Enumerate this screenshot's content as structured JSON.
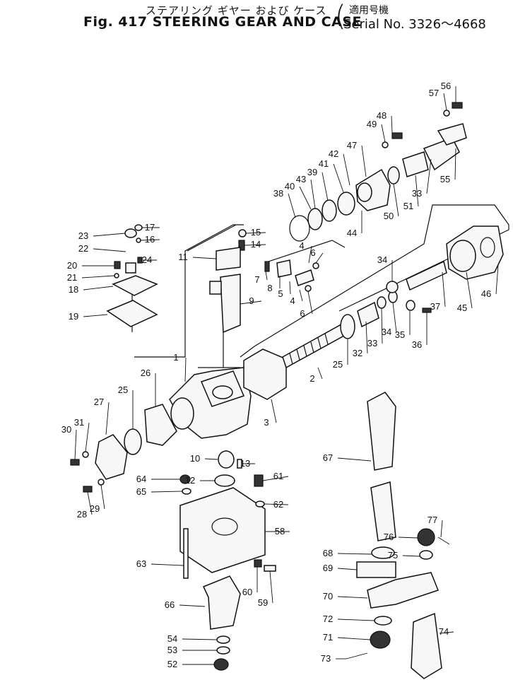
{
  "header": {
    "title_jp": "ステアリング ギヤー および ケース",
    "title_en": "Fig. 417 STEERING GEAR AND CASE",
    "serial_jp": "適用号機",
    "serial_en": "Serial No. 3326～4668"
  },
  "parts": [
    {
      "id": "1",
      "label": "1"
    },
    {
      "id": "2",
      "label": "2"
    },
    {
      "id": "3",
      "label": "3"
    },
    {
      "id": "4a",
      "label": "4"
    },
    {
      "id": "4b",
      "label": "4"
    },
    {
      "id": "5",
      "label": "5"
    },
    {
      "id": "6a",
      "label": "6"
    },
    {
      "id": "6b",
      "label": "6"
    },
    {
      "id": "7",
      "label": "7"
    },
    {
      "id": "8",
      "label": "8"
    },
    {
      "id": "9",
      "label": "9"
    },
    {
      "id": "10",
      "label": "10"
    },
    {
      "id": "11",
      "label": "11"
    },
    {
      "id": "12",
      "label": "12"
    },
    {
      "id": "13",
      "label": "13"
    },
    {
      "id": "14",
      "label": "14"
    },
    {
      "id": "15",
      "label": "15"
    },
    {
      "id": "16",
      "label": "16"
    },
    {
      "id": "17",
      "label": "17"
    },
    {
      "id": "18",
      "label": "18"
    },
    {
      "id": "19",
      "label": "19"
    },
    {
      "id": "20",
      "label": "20"
    },
    {
      "id": "21",
      "label": "21"
    },
    {
      "id": "22",
      "label": "22"
    },
    {
      "id": "23",
      "label": "23"
    },
    {
      "id": "24",
      "label": "24"
    },
    {
      "id": "25a",
      "label": "25"
    },
    {
      "id": "25b",
      "label": "25"
    },
    {
      "id": "26",
      "label": "26"
    },
    {
      "id": "27",
      "label": "27"
    },
    {
      "id": "28",
      "label": "28"
    },
    {
      "id": "29",
      "label": "29"
    },
    {
      "id": "30",
      "label": "30"
    },
    {
      "id": "31",
      "label": "31"
    },
    {
      "id": "32",
      "label": "32"
    },
    {
      "id": "33a",
      "label": "33"
    },
    {
      "id": "33b",
      "label": "33"
    },
    {
      "id": "34a",
      "label": "34"
    },
    {
      "id": "34b",
      "label": "34"
    },
    {
      "id": "35",
      "label": "35"
    },
    {
      "id": "36",
      "label": "36"
    },
    {
      "id": "37",
      "label": "37"
    },
    {
      "id": "38",
      "label": "38"
    },
    {
      "id": "39",
      "label": "39"
    },
    {
      "id": "40",
      "label": "40"
    },
    {
      "id": "41",
      "label": "41"
    },
    {
      "id": "42",
      "label": "42"
    },
    {
      "id": "43",
      "label": "43"
    },
    {
      "id": "44",
      "label": "44"
    },
    {
      "id": "45",
      "label": "45"
    },
    {
      "id": "46",
      "label": "46"
    },
    {
      "id": "47",
      "label": "47"
    },
    {
      "id": "48",
      "label": "48"
    },
    {
      "id": "49",
      "label": "49"
    },
    {
      "id": "50",
      "label": "50"
    },
    {
      "id": "51",
      "label": "51"
    },
    {
      "id": "52",
      "label": "52"
    },
    {
      "id": "53",
      "label": "53"
    },
    {
      "id": "54",
      "label": "54"
    },
    {
      "id": "55",
      "label": "55"
    },
    {
      "id": "56",
      "label": "56"
    },
    {
      "id": "57",
      "label": "57"
    },
    {
      "id": "58",
      "label": "58"
    },
    {
      "id": "59",
      "label": "59"
    },
    {
      "id": "60",
      "label": "60"
    },
    {
      "id": "61",
      "label": "61"
    },
    {
      "id": "62",
      "label": "62"
    },
    {
      "id": "63",
      "label": "63"
    },
    {
      "id": "64",
      "label": "64"
    },
    {
      "id": "65",
      "label": "65"
    },
    {
      "id": "66",
      "label": "66"
    },
    {
      "id": "67",
      "label": "67"
    },
    {
      "id": "68",
      "label": "68"
    },
    {
      "id": "69",
      "label": "69"
    },
    {
      "id": "70",
      "label": "70"
    },
    {
      "id": "71",
      "label": "71"
    },
    {
      "id": "72",
      "label": "72"
    },
    {
      "id": "73",
      "label": "73"
    },
    {
      "id": "74",
      "label": "74"
    },
    {
      "id": "75",
      "label": "75"
    },
    {
      "id": "76",
      "label": "76"
    },
    {
      "id": "77",
      "label": "77"
    }
  ]
}
